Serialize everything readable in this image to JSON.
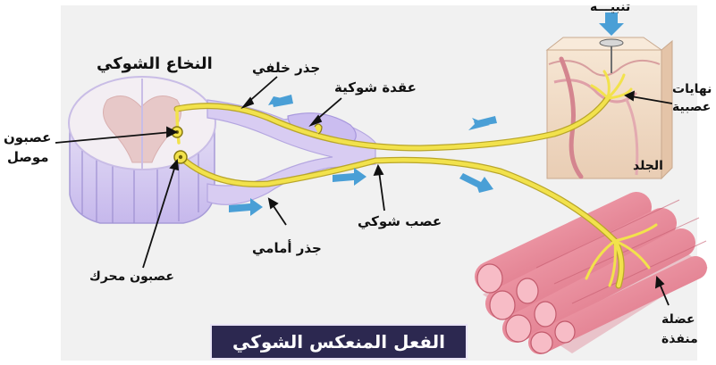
{
  "labels": {
    "spinal_cord": "النخاع الشوكي",
    "dorsal_root": "جذر خلفي",
    "ganglion": "عقدة شوكية",
    "stimulus": "تنبيـــه",
    "nerve_endings_1": "نهايات",
    "nerve_endings_2": "عصبية",
    "skin": "الجلد",
    "interneuron_1": "عصبون",
    "interneuron_2": "موصل",
    "spinal_nerve": "عصب شوكي",
    "ventral_root": "جذر أمامي",
    "motor_neuron": "عصبون محرك",
    "effector_1": "عضلة",
    "effector_2": "منفذة"
  },
  "title": "الفعل المنعكس الشوكي",
  "colors": {
    "background_panel": "#f1f1f1",
    "nerve_yellow": "#f2e24c",
    "nerve_outline": "#b9a62a",
    "sheath_purple": "#d8ccf2",
    "cord_grey": "#f3eef3",
    "cord_grey_matter": "#e7c8c8",
    "arrow_blue": "#4a9fd6",
    "muscle_pink": "#ea8d9c",
    "skin_beige": "#f3dec8",
    "title_bg": "#2c2850"
  }
}
